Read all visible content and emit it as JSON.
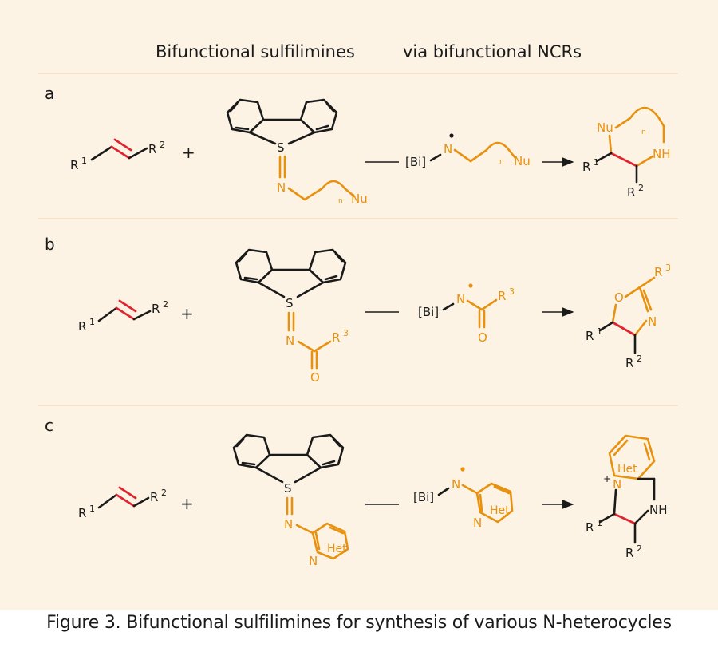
{
  "header": {
    "left_title": "Bifunctional sulfilimines",
    "right_title": "via bifunctional NCRs"
  },
  "rows": [
    {
      "label": "a"
    },
    {
      "label": "b"
    },
    {
      "label": "c"
    }
  ],
  "chem": {
    "R1": "R",
    "R2": "R",
    "R3": "R",
    "sup1": "1",
    "sup2": "2",
    "sup3": "3",
    "plus": "+",
    "S": "S",
    "N": "N",
    "O": "O",
    "Nu": "Nu",
    "NH": "NH",
    "n": "n",
    "Bi": "[Bi]",
    "Het": "Het"
  },
  "caption": "Figure 3. Bifunctional sulfilimines for synthesis of various N-heterocycles",
  "colors": {
    "background": "#fcf3e4",
    "bond": "#1a1a1a",
    "accent": "#e8910f",
    "alkene": "#e0242f"
  }
}
